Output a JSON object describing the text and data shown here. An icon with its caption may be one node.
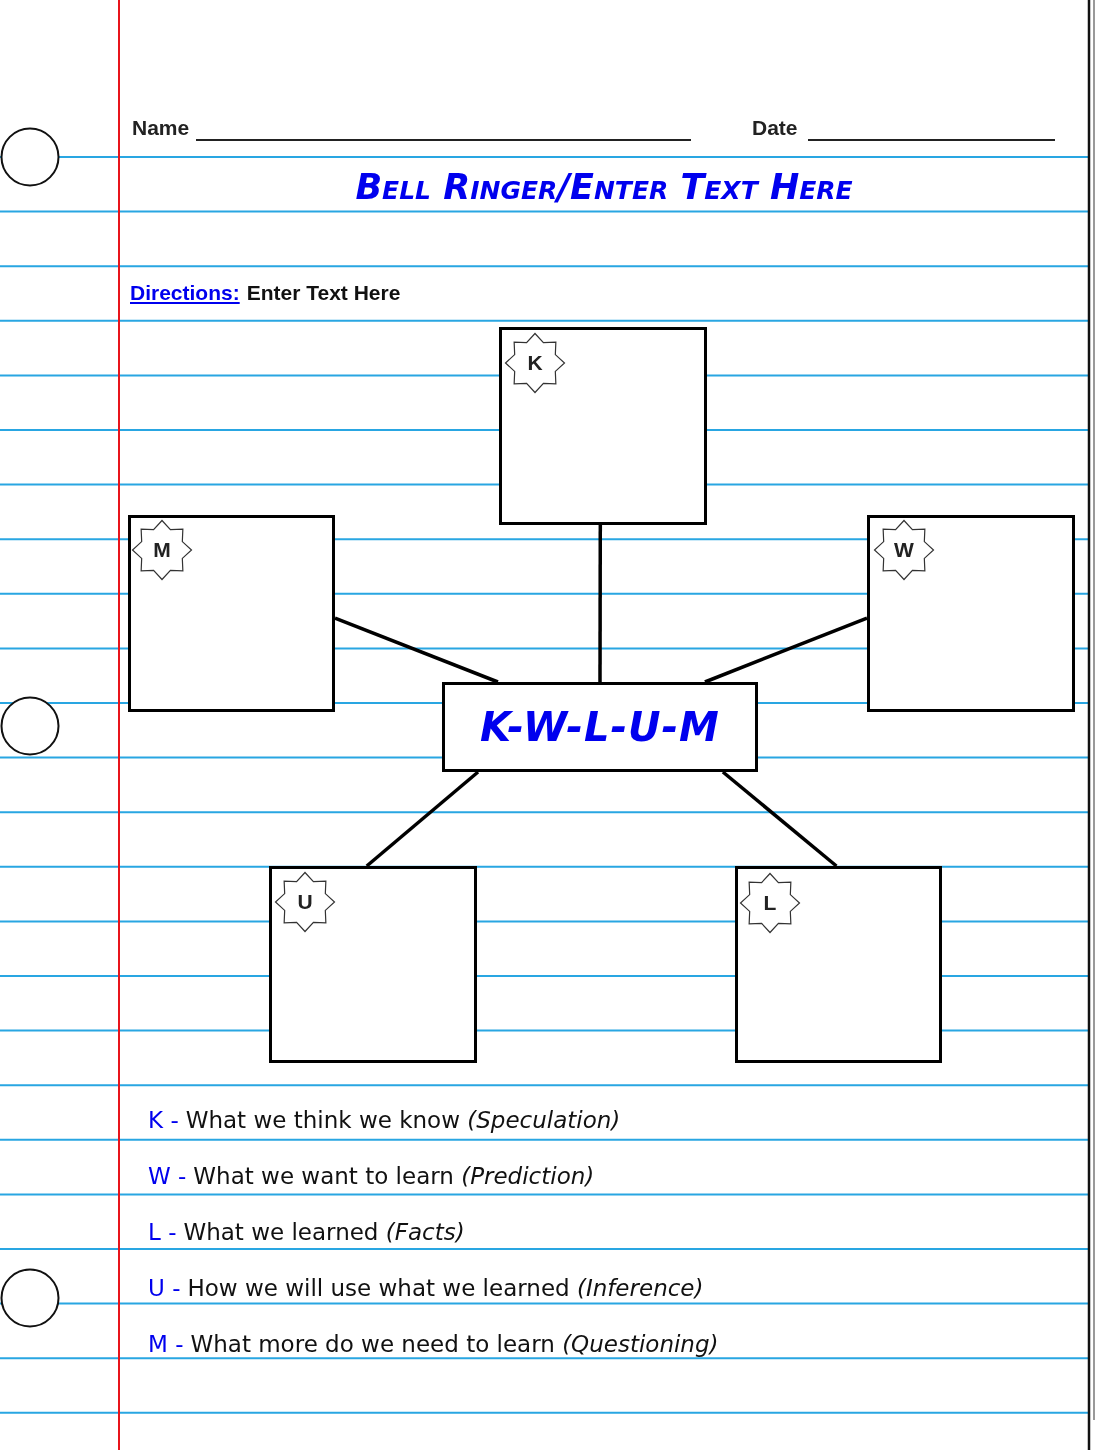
{
  "diagram": {
    "title": "Bell Ringer/Enter Text Here",
    "nodes": [
      {
        "text": [],
        "shape": "box"
      },
      {
        "text": [
          "K"
        ],
        "in": 0
      },
      {
        "text": [],
        "shape": "box"
      },
      {
        "text": [
          "M"
        ],
        "in": 2
      },
      {
        "text": [],
        "shape": "box"
      },
      {
        "text": [
          "W"
        ],
        "in": 4
      },
      {
        "text": [
          "K-W-L-U-M"
        ]
      },
      {
        "text": [],
        "shape": "box"
      },
      {
        "text": [
          "U"
        ],
        "in": 7
      },
      {
        "text": [],
        "shape": "box"
      },
      {
        "text": [
          "L"
        ],
        "in": 9
      }
    ],
    "edges": [
      {
        "from": 6,
        "to": 0,
        "arrow": "none"
      },
      {
        "from": 6,
        "to": 2,
        "arrow": "none"
      },
      {
        "from": 6,
        "to": 4,
        "arrow": "none"
      },
      {
        "from": 6,
        "to": 7,
        "arrow": "none"
      },
      {
        "from": 6,
        "to": 9,
        "arrow": "none"
      }
    ],
    "labels": [
      "Name",
      "Date",
      "Directions:",
      "Enter Text Here",
      "K -",
      "What we think we know *(Speculation)*",
      "W -",
      "What we want to learn *(Prediction)*",
      "L -",
      "What we learned *(Facts)*",
      "U -",
      "How we will use what we learned *(Inference)*",
      "M -",
      "What more do we need to learn *(Questioning)*"
    ]
  }
}
